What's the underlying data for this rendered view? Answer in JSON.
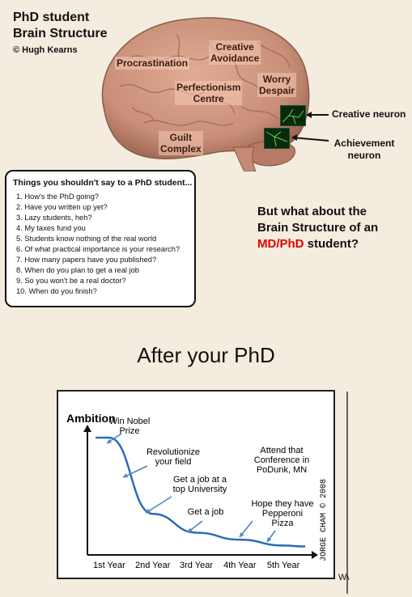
{
  "header": {
    "title_line1": "PhD student",
    "title_line2": "Brain Structure",
    "copyright": "© Hugh Kearns"
  },
  "brain": {
    "regions": {
      "procrastination": "Procrastination",
      "creative_avoidance_1": "Creative",
      "creative_avoidance_2": "Avoidance",
      "perfectionism_1": "Perfectionism",
      "perfectionism_2": "Centre",
      "worry_1": "Worry",
      "worry_2": "Despair",
      "guilt_1": "Guilt",
      "guilt_2": "Complex"
    },
    "neurons": {
      "creative": "Creative neuron",
      "achievement_1": "Achievement",
      "achievement_2": "neuron"
    },
    "colors": {
      "brain": "#c98f78",
      "neuron": "#0b2a0b"
    }
  },
  "list_box": {
    "title": "Things you shouldn't say to a PhD student...",
    "items": [
      "1. How's the PhD going?",
      "2. Have you written up yet?",
      "3. Lazy students, heh?",
      "4. My taxes fund you",
      "5. Students know nothing of the real world",
      "6. Of what practical importance is your research?",
      "7. How many papers have you published?",
      "8. When do you plan to get a real job",
      "9. So you won't be a real doctor?",
      "10. When do you finish?"
    ]
  },
  "question": {
    "line1": "But what about the",
    "line2": "Brain Structure of an",
    "highlight": "MD/PhD",
    "line3_rest": " student?",
    "highlight_color": "#e00000"
  },
  "after_title": "After your PhD",
  "comic": {
    "ylabel": "Ambition",
    "signature": "JORGE CHAM © 2008",
    "corner": "W\\",
    "annotations": [
      [
        "Win Nobel",
        "Prize"
      ],
      [
        "Revolutionize",
        "your field"
      ],
      [
        "Get a job at a",
        "top University"
      ],
      [
        "Get a job"
      ],
      [
        "Attend that",
        "Conference in",
        "PoDunk, MN"
      ],
      [
        "Hope they have",
        "Pepperoni",
        "Pizza"
      ]
    ]
  },
  "chart_data": {
    "type": "line",
    "ylabel": "Ambition",
    "categories": [
      "1st Year",
      "2nd Year",
      "3rd Year",
      "4th Year",
      "5th Year"
    ],
    "series": [
      {
        "values": [
          10,
          3.5,
          1.9,
          1.3,
          0.8
        ]
      }
    ],
    "line_color": "#2a6db5"
  }
}
